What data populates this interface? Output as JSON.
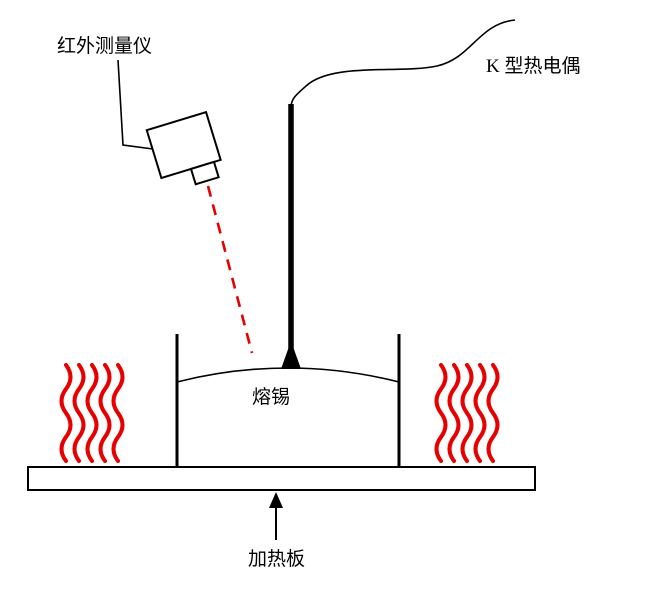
{
  "diagram": {
    "labels": {
      "infrared_meter": "红外测量仪",
      "thermocouple": "K 型热电偶",
      "molten_tin": "熔锡",
      "heating_plate": "加热板"
    },
    "colors": {
      "red": "#e60000",
      "black": "#000000",
      "background": "#ffffff"
    }
  }
}
